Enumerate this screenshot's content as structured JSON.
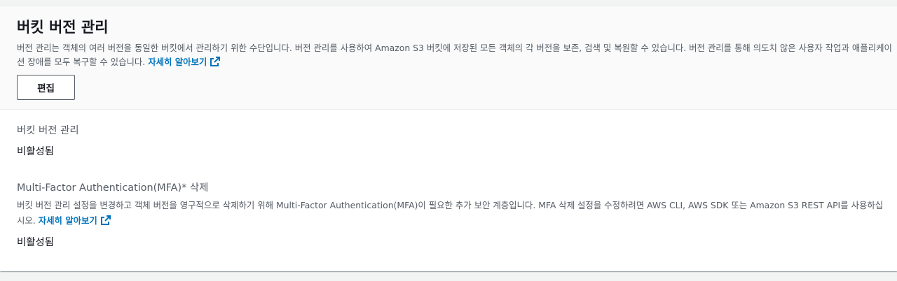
{
  "header": {
    "title": "버킷 버전 관리",
    "description": "버전 관리는 객체의 여러 버전을 동일한 버킷에서 관리하기 위한 수단입니다. 버전 관리를 사용하여 Amazon S3 버킷에 저장된 모든 객체의 각 버전을 보존, 검색 및 복원할 수 있습니다. 버전 관리를 통해 의도치 않은 사용자 작업과 애플리케이션 장애를 모두 복구할 수 있습니다.",
    "learn_more": "자세히 알아보기",
    "edit_label": "편집"
  },
  "versioning": {
    "label": "버킷 버전 관리",
    "value": "비활성됨"
  },
  "mfa_delete": {
    "label": "Multi-Factor Authentication(MFA)* 삭제",
    "description": "버킷 버전 관리 설정을 변경하고 객체 버전을 영구적으로 삭제하기 위해 Multi-Factor Authentication(MFA)이 필요한 추가 보안 계층입니다. MFA 삭제 설정을 수정하려면 AWS CLI, AWS SDK 또는 Amazon S3 REST API를 사용하십시오.",
    "learn_more": "자세히 알아보기",
    "value": "비활성됨"
  },
  "icons": {
    "external_link": "external-link-icon"
  },
  "colors": {
    "link": "#0073bb",
    "text": "#16191f",
    "muted_text": "#545b64",
    "header_bg": "#fafafa",
    "page_bg": "#f2f3f3"
  }
}
